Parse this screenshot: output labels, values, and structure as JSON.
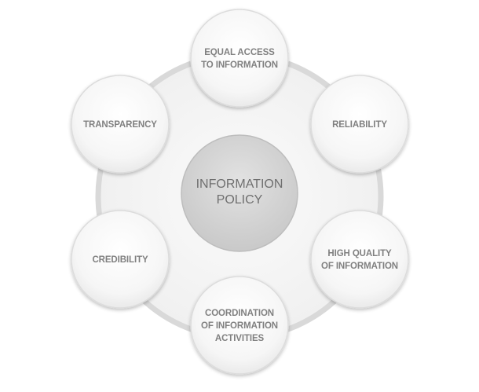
{
  "center": {
    "lines": [
      "INFORMATION",
      "POLICY"
    ]
  },
  "nodes": [
    {
      "id": "equal-access",
      "lines": [
        "EQUAL ACCESS",
        "TO INFORMATION"
      ]
    },
    {
      "id": "reliability",
      "lines": [
        "RELIABILITY"
      ]
    },
    {
      "id": "high-quality",
      "lines": [
        "HIGH QUALITY",
        "OF INFORMATION"
      ]
    },
    {
      "id": "coordination",
      "lines": [
        "COORDINATION",
        "OF INFORMATION",
        "ACTIVITIES"
      ]
    },
    {
      "id": "credibility",
      "lines": [
        "CREDIBILITY"
      ]
    },
    {
      "id": "transparency",
      "lines": [
        "TRANSPARENCY"
      ]
    }
  ],
  "colors": {
    "ring": "#d9d9d9",
    "disc": "#f4f4f4",
    "node_fill": "#f7f7f7",
    "node_stroke": "#dcdcdc",
    "center_fill": "#d6d6d6",
    "text": "#808080"
  }
}
